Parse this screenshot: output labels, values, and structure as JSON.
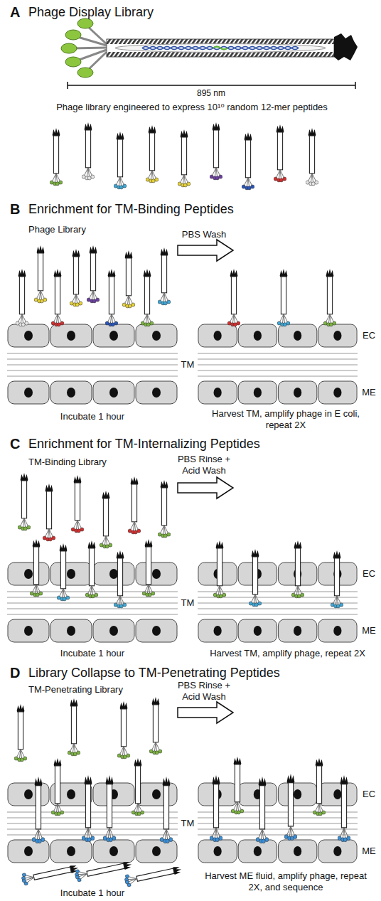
{
  "diagram": {
    "labels": [
      "A",
      "Phage Display Library",
      "895 nm",
      "Phage library engineered to express 10¹⁰ random 12-mer peptides",
      "B",
      "Enrichment for TM-Binding Peptides",
      "Phage Library",
      "PBS Wash",
      "TM",
      "EC",
      "ME",
      "Incubate 1 hour",
      "Harvest TM, amplify phage in E coli, repeat 2X",
      "C",
      "Enrichment for TM-Internalizing Peptides",
      "TM-Binding Library",
      "PBS Rinse + Acid Wash",
      "TM",
      "EC",
      "ME",
      "Incubate 1 hour",
      "Harvest TM, amplify phage, repeat 2X",
      "D",
      "Library Collapse to TM-Penetrating Peptides",
      "TM-Penetrating Library",
      "PBS Rinse + Acid Wash",
      "TM",
      "EC",
      "ME",
      "Incubate 1 hour",
      "Harvest ME fluid, amplify phage, repeat 2X, and sequence"
    ]
  }
}
